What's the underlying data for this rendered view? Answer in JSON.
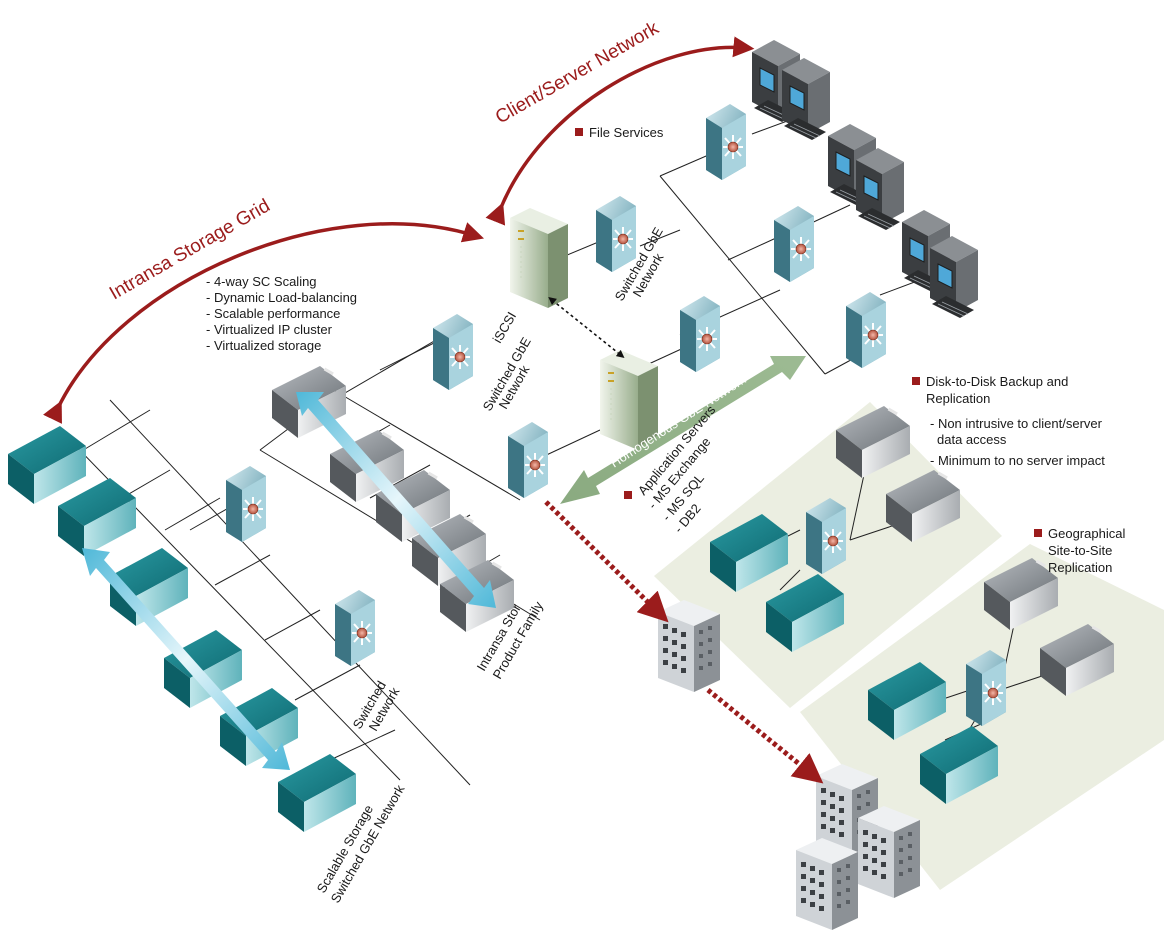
{
  "colors": {
    "accent_red": "#9b1c1c",
    "teal_box": "#1e8e96",
    "gray_box": "#9aa0a6",
    "switch_blue": "#7fb6c6",
    "server_green": "#b9c9ae",
    "site_panel": "#ebeee1",
    "blue_arrow": "#5fc3e0",
    "green_arrow": "#8fae84"
  },
  "arcs": {
    "client_server": "Client/Server Network",
    "storage_grid": "Intransa Storage Grid"
  },
  "features": {
    "items": [
      "- 4-way SC Scaling",
      "- Dynamic Load-balancing",
      "- Scalable performance",
      "- Virtualized IP cluster",
      "-  Virtualized storage"
    ]
  },
  "labels": {
    "file_services": "File Services",
    "iscsi": "iSCSI",
    "switched_gbe_top_1": "Switched GbE",
    "switched_gbe_top_2": "Network",
    "switched_gbe_mid_1": "Switched GbE",
    "switched_gbe_mid_2": "Network",
    "switched_net_1": "Switched",
    "switched_net_2": "Network",
    "intransa_stor_1": "Intransa Stor",
    "intransa_stor_2": "Product Family",
    "scalable_1": "Scalable Storage",
    "scalable_2": "Switched GbE Network",
    "homogenous": "Homogenous GbE Network",
    "app_servers": "Application Servers",
    "app_items": [
      "- MS Exchange",
      "- MS SQL",
      "- DB2"
    ]
  },
  "backup": {
    "title_1": "Disk-to-Disk Backup and",
    "title_2": "Replication",
    "items": [
      "- Non intrusive to client/server",
      "data access",
      "- Minimum to no server impact"
    ]
  },
  "geo": {
    "title_1": "Geographical",
    "title_2": "Site-to-Site",
    "title_3": "Replication"
  }
}
